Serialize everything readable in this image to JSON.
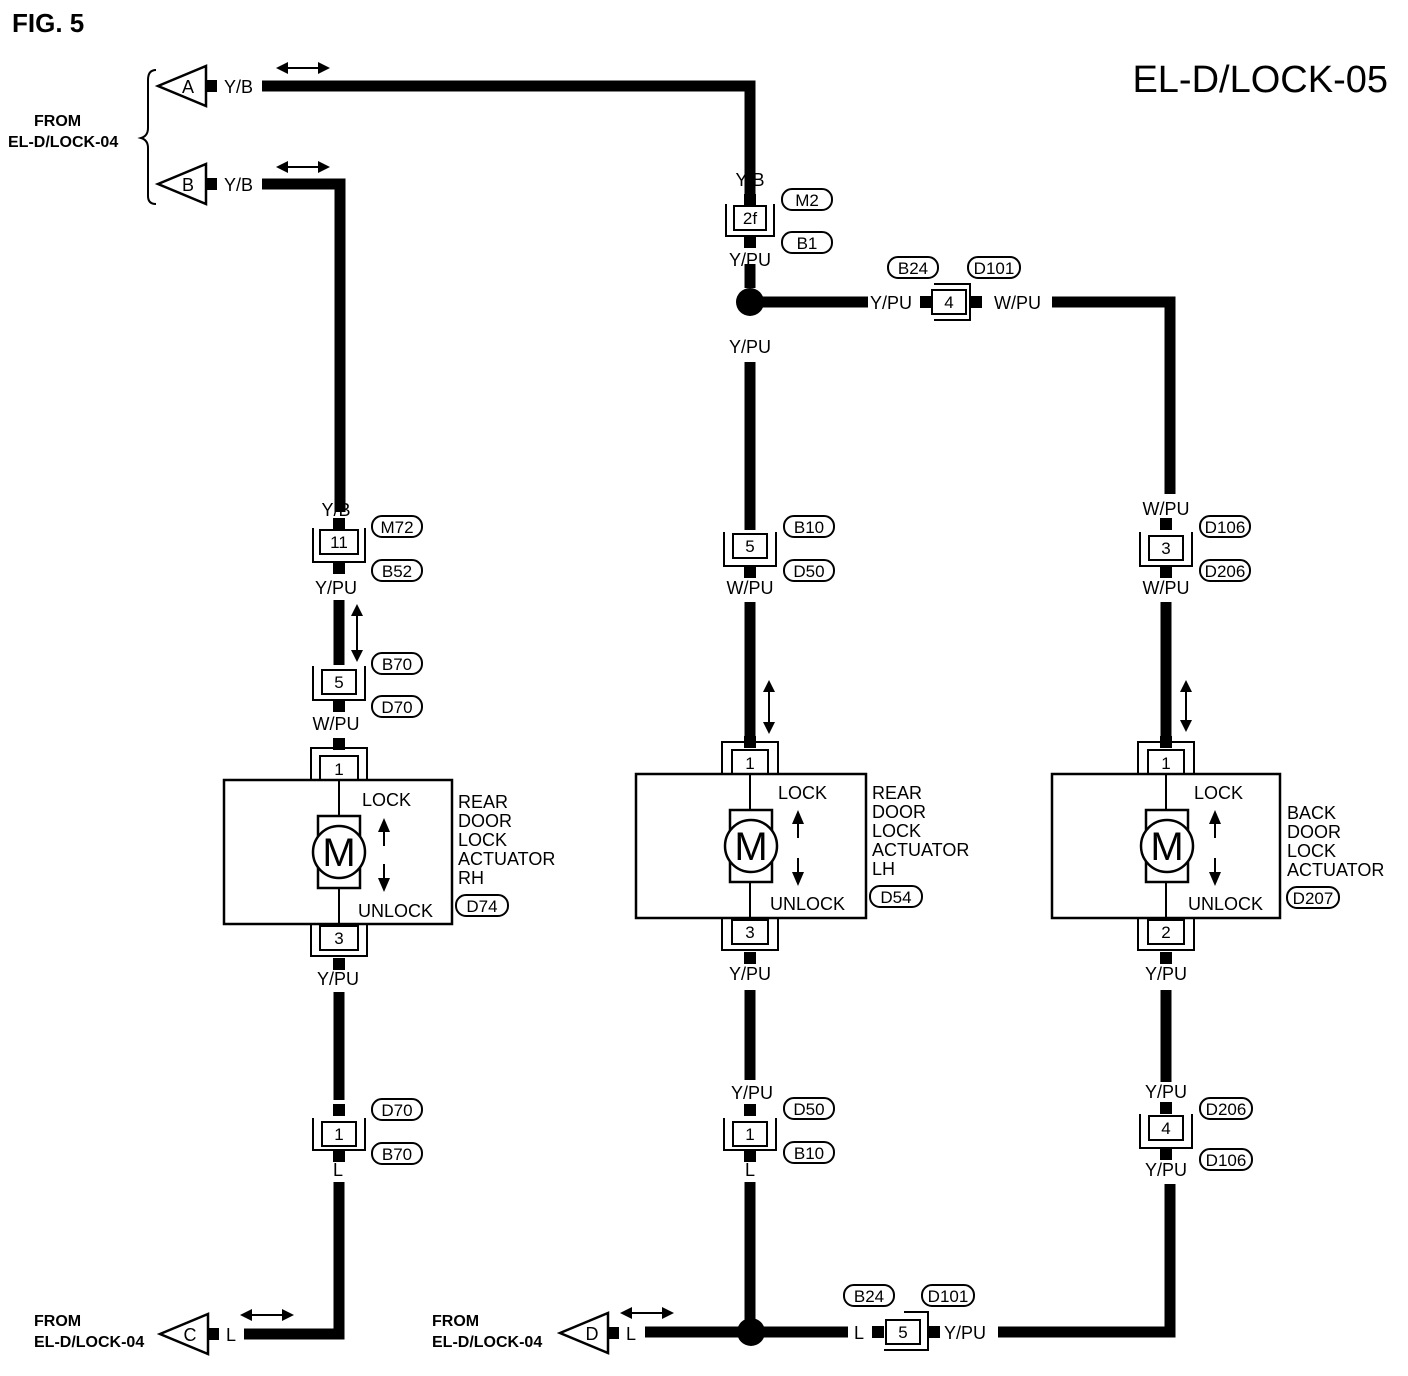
{
  "figure_label": "FIG. 5",
  "page_code": "EL-D/LOCK-05",
  "from_label_line1": "FROM",
  "from_label_line2": "EL-D/LOCK-04",
  "inputs": [
    {
      "id": "A",
      "wire": "Y/B"
    },
    {
      "id": "B",
      "wire": "Y/B"
    },
    {
      "id": "C",
      "wire": "L"
    },
    {
      "id": "D",
      "wire": "L"
    }
  ],
  "wire_labels": {
    "middle_top_above_2f": "Y/B",
    "middle_below_2f": "Y/PU",
    "middle_below_junction": "Y/PU",
    "branch_left_of_4": "Y/PU",
    "branch_right_of_4": "W/PU",
    "left_above_11": "Y/B",
    "left_below_11": "Y/PU",
    "left_below_5": "W/PU",
    "left_below_3": "Y/PU",
    "left_below_1": "L",
    "middle_below_5": "W/PU",
    "middle_below_3": "Y/PU",
    "middle_above_1": "Y/PU",
    "middle_below_1": "L",
    "right_above_3": "W/PU",
    "right_below_3": "W/PU",
    "right_below_2": "Y/PU",
    "right_above_4": "Y/PU",
    "right_below_4": "Y/PU",
    "bottom_left_of_5": "L",
    "bottom_right_of_5": "Y/PU"
  },
  "connectors": {
    "c2f": {
      "pin": "2f",
      "top": "M2",
      "bottom": "B1"
    },
    "c4": {
      "pin": "4",
      "top_left": "B24",
      "top_right": "D101"
    },
    "c11": {
      "pin": "11",
      "top": "M72",
      "bottom": "B52"
    },
    "c5l": {
      "pin": "5",
      "top": "B70",
      "bottom": "D70"
    },
    "c1l_top": {
      "pin": "1"
    },
    "c3l": {
      "pin": "3"
    },
    "c1l_bot": {
      "pin": "1",
      "top": "D70",
      "bottom": "B70"
    },
    "c5m": {
      "pin": "5",
      "top": "B10",
      "bottom": "D50"
    },
    "c1m_top": {
      "pin": "1"
    },
    "c3m": {
      "pin": "3"
    },
    "c1m_bot": {
      "pin": "1",
      "top": "D50",
      "bottom": "B10"
    },
    "c3r": {
      "pin": "3",
      "top": "D106",
      "bottom": "D206"
    },
    "c1r_top": {
      "pin": "1"
    },
    "c2r": {
      "pin": "2"
    },
    "c4r": {
      "pin": "4",
      "top": "D206",
      "bottom": "D106"
    },
    "c5b": {
      "pin": "5",
      "top_left": "B24",
      "top_right": "D101"
    }
  },
  "actuators": [
    {
      "lock": "LOCK",
      "unlock": "UNLOCK",
      "motor": "M",
      "desc": [
        "REAR",
        "DOOR",
        "LOCK",
        "ACTUATOR",
        "RH"
      ],
      "code": "D74"
    },
    {
      "lock": "LOCK",
      "unlock": "UNLOCK",
      "motor": "M",
      "desc": [
        "REAR",
        "DOOR",
        "LOCK",
        "ACTUATOR",
        "LH"
      ],
      "code": "D54"
    },
    {
      "lock": "LOCK",
      "unlock": "UNLOCK",
      "motor": "M",
      "desc": [
        "BACK",
        "DOOR",
        "LOCK",
        "ACTUATOR"
      ],
      "code": "D207"
    }
  ]
}
